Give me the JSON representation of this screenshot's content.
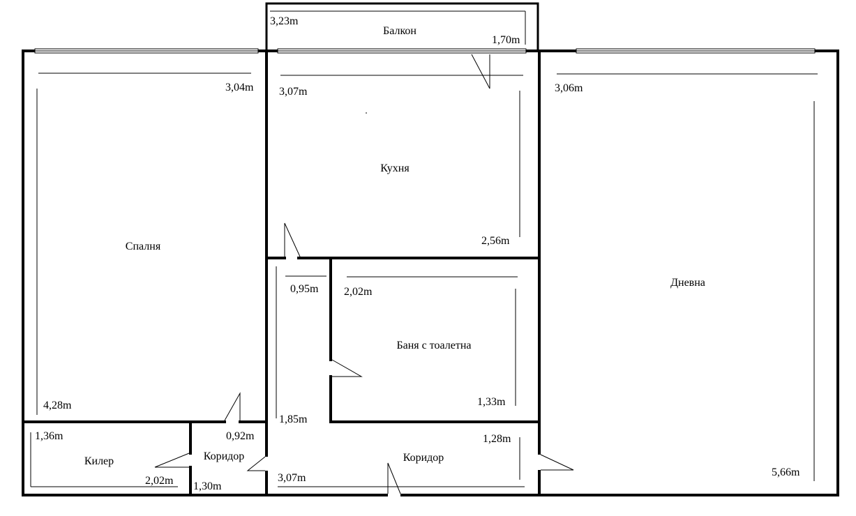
{
  "rooms": {
    "balcony": "Балкон",
    "bedroom": "Спалня",
    "kitchen": "Кухня",
    "living": "Дневна",
    "bathroom": "Баня с тоалетна",
    "storage": "Килер",
    "corridor_small": "Коридор",
    "corridor_main": "Коридор"
  },
  "dimensions": {
    "balcony_width": "3,23m",
    "balcony_depth": "1,70m",
    "bedroom_width": "3,04m",
    "bedroom_length": "4,28m",
    "kitchen_width": "3,07m",
    "kitchen_length": "2,56m",
    "living_width": "3,06m",
    "living_length": "5,66m",
    "hall_width": "0,95m",
    "hall_length": "1,85m",
    "bath_width": "2,02m",
    "bath_length": "1,33m",
    "storage_depth": "1,36m",
    "storage_width": "2,02m",
    "corridor_small_width": "0,92m",
    "corridor_small_depth": "1,30m",
    "corridor_main_width": "3,07m",
    "corridor_main_depth": "1,28m"
  }
}
